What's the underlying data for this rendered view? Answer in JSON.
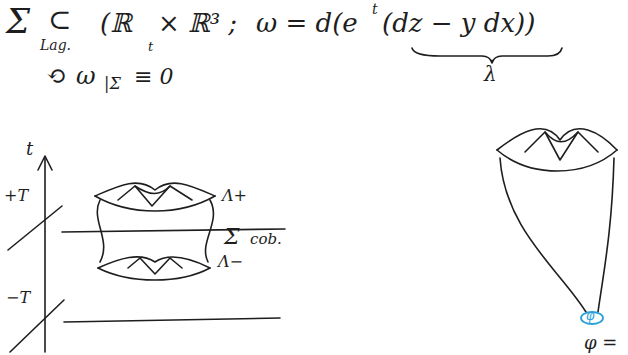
{
  "diagram": {
    "labels": [
      "Σ",
      "⊂",
      "Lag.",
      "(ℝ",
      "t",
      "× ℝ³ ;",
      "ω = d(e",
      "t",
      "(dz − y dx))",
      "λ",
      "⟲",
      "ω",
      "|Σ",
      "≡ 0",
      "t",
      "+T",
      "−T",
      "Λ+",
      "Λ−",
      "Σ",
      "cob.",
      "φ",
      "φ ="
    ]
  }
}
